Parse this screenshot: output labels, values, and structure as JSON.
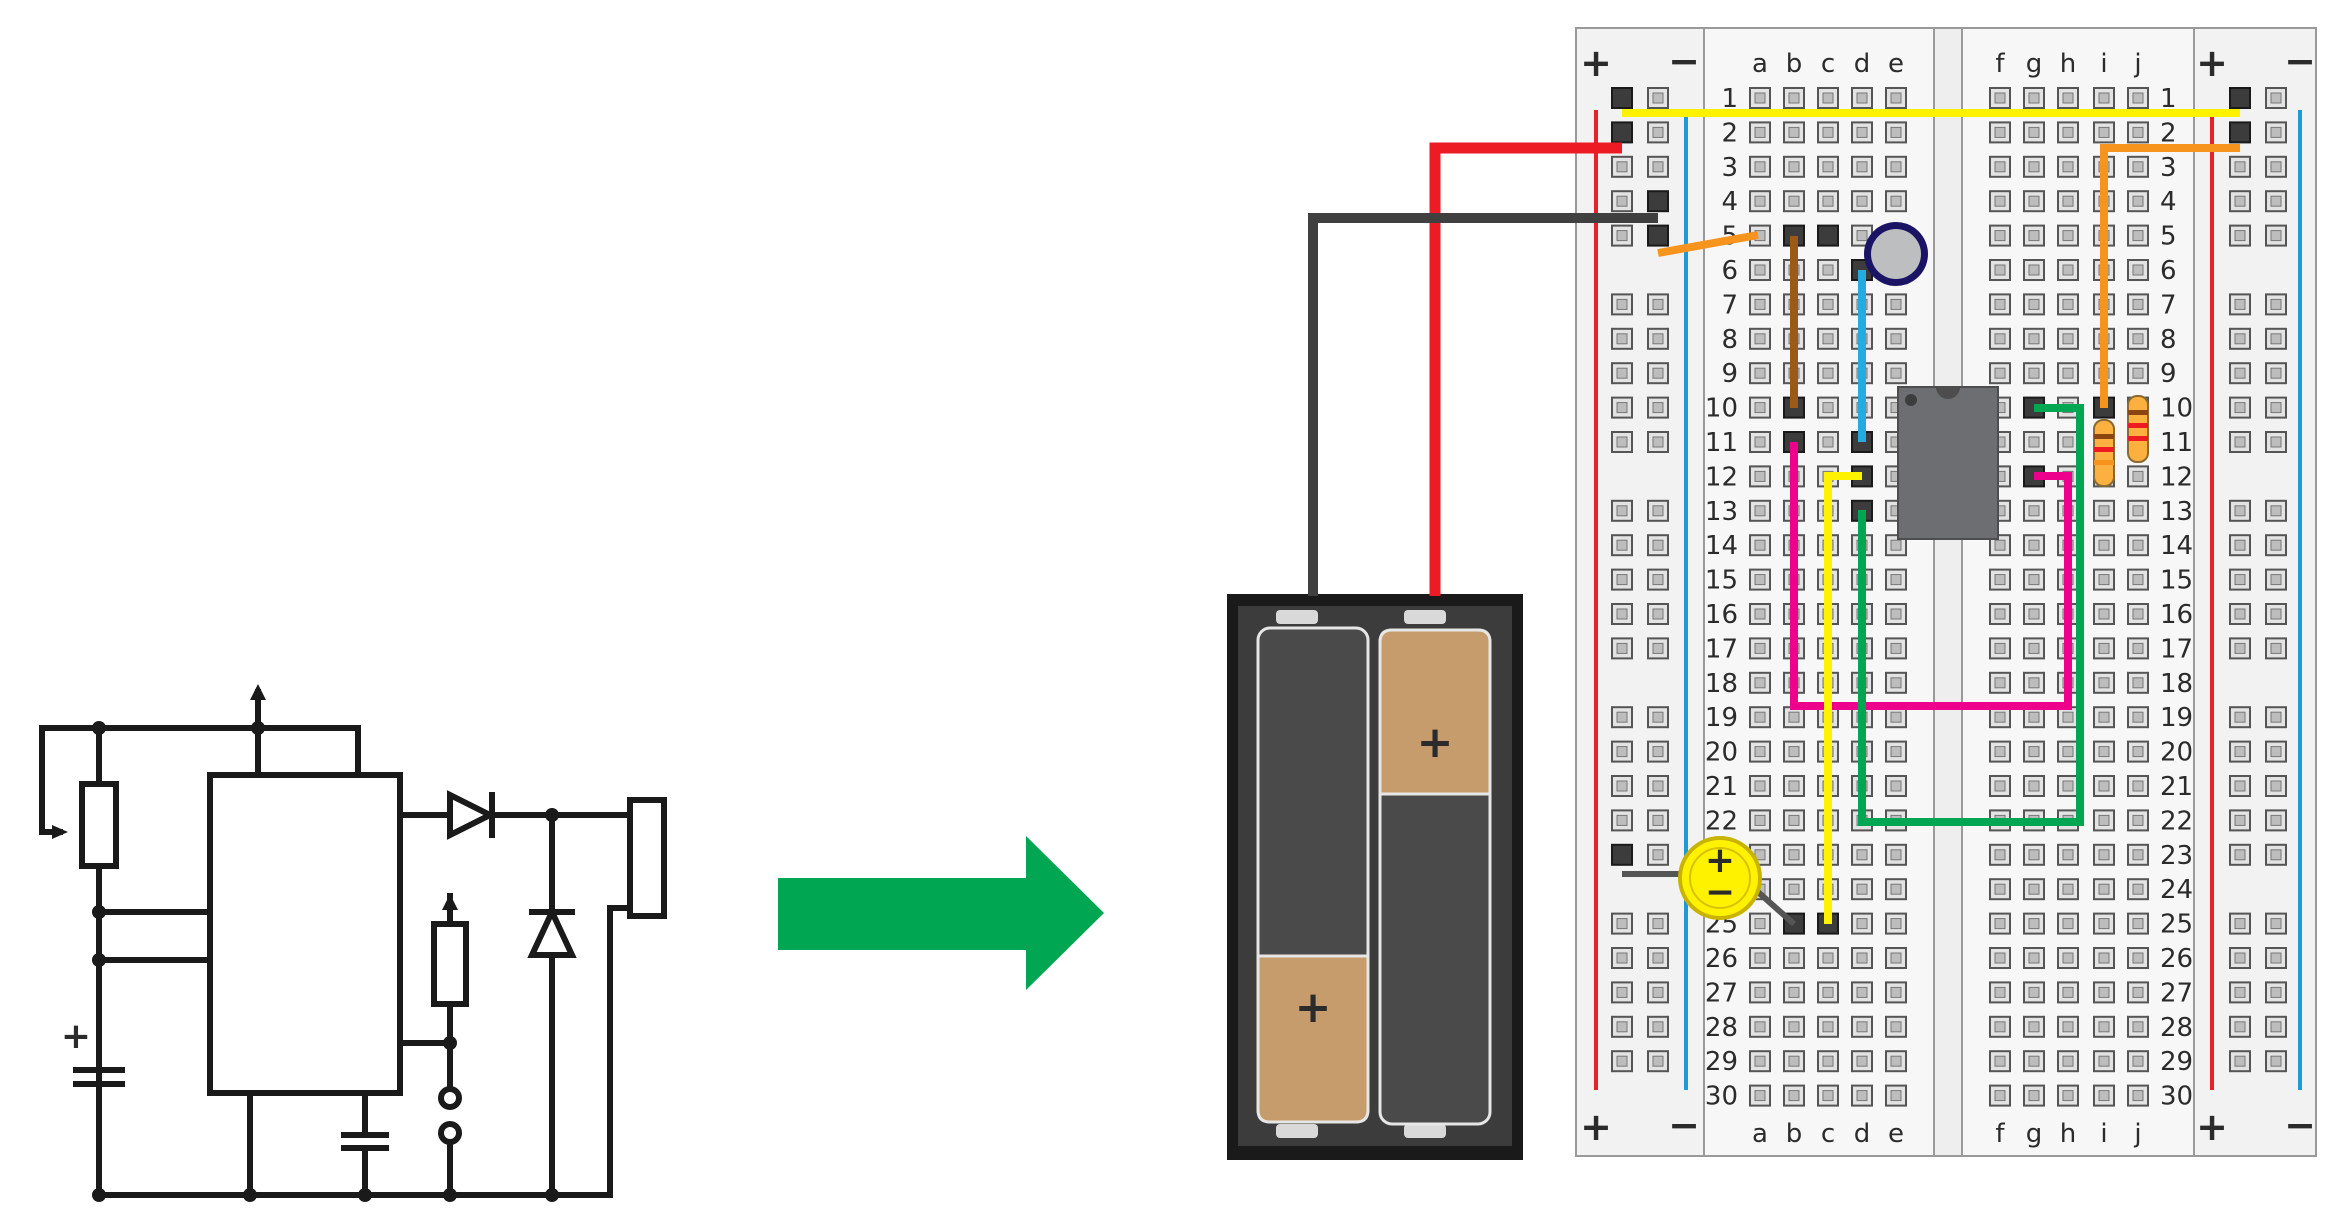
{
  "breadboard": {
    "rows": 30,
    "left_columns": [
      "a",
      "b",
      "c",
      "d",
      "e"
    ],
    "right_columns": [
      "f",
      "g",
      "h",
      "i",
      "j"
    ],
    "rail_plus_symbol": "+",
    "rail_minus_symbol": "−"
  },
  "battery_pack": {
    "cells": 2,
    "cell_plus_symbol": "+"
  },
  "electrolytic_capacitor": {
    "plus_symbol": "+",
    "minus_symbol": "−"
  },
  "schematic": {
    "capacitor_plus_symbol": "+"
  },
  "colors": {
    "red_rail": "#e8202a",
    "blue_rail": "#1e9bd7",
    "arrow": "#00a651",
    "wire_yellow": "#fff200",
    "wire_orange": "#f7941d",
    "wire_brown": "#9b5a1a",
    "wire_blue": "#27aae1",
    "wire_green": "#00a651",
    "wire_magenta": "#ec008c",
    "wire_red": "#ed1c24",
    "wire_black": "#404040"
  }
}
